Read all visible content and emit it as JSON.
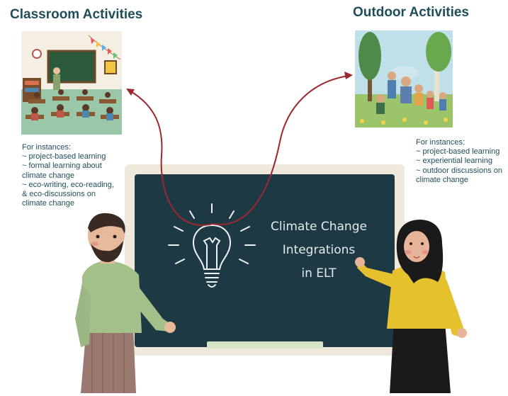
{
  "left": {
    "heading": "Classroom Activities",
    "intro": "For instances:",
    "items": [
      "~ project-based learning",
      "~ formal learning about",
      "climate change",
      "~ eco-writing, eco-reading,",
      "& eco-discussions on",
      "climate change"
    ]
  },
  "right": {
    "heading": "Outdoor Activities",
    "intro": "For instances:",
    "items": [
      "~ project-based learning",
      "~ experiential learning",
      "~ outdoor discussions on",
      "climate change"
    ]
  },
  "board": {
    "lines": [
      "Climate Change",
      "Integrations",
      "in ELT"
    ]
  },
  "colors": {
    "heading": "#1f4e5a",
    "board": "#1d3a44",
    "board_frame": "#efe9dc",
    "arrow": "#9b2830"
  },
  "icons": [
    "classroom-illustration",
    "outdoor-illustration",
    "lightbulb-icon",
    "male-teacher-figure",
    "female-teacher-figure",
    "arrow-to-classroom",
    "arrow-to-outdoor"
  ]
}
